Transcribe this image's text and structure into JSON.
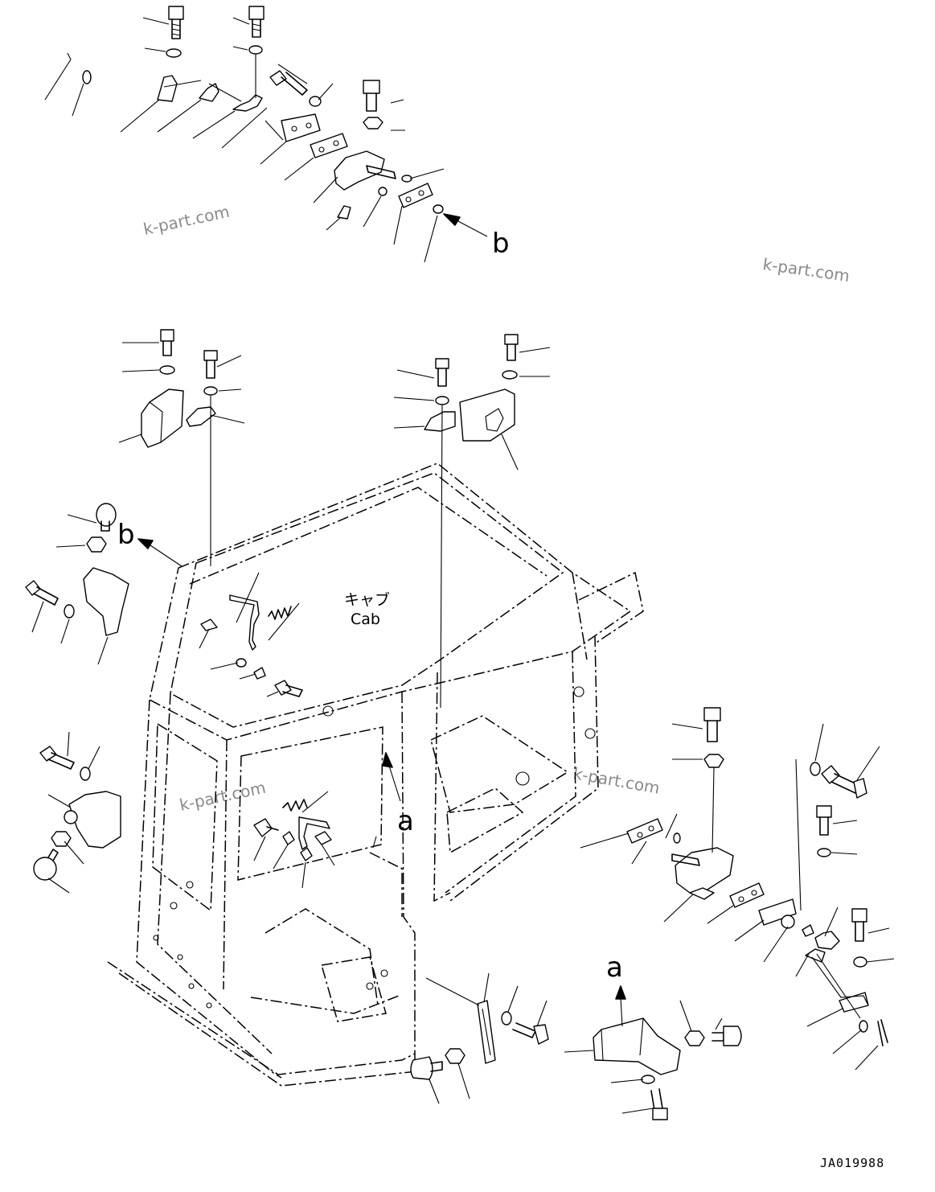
{
  "watermark": "k-part.com",
  "cab_label_jp": "キャブ",
  "cab_label_en": "Cab",
  "ref_a": "a",
  "ref_b": "b",
  "drawing_code": "JA019988"
}
